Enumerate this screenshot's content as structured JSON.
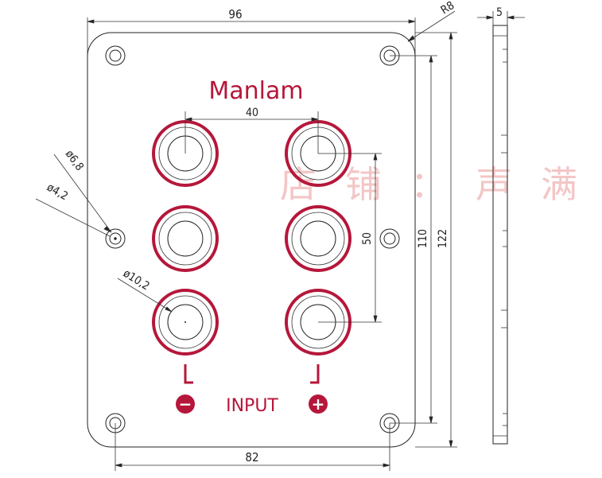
{
  "colors": {
    "accent": "#b5173a",
    "line": "#222222",
    "watermark": "#f0b3b3"
  },
  "panel": {
    "brand": "Manlam",
    "input_label": "INPUT",
    "minus_symbol": "−",
    "plus_symbol": "+"
  },
  "watermark": {
    "text": "店铺：声满"
  },
  "dimensions": {
    "width_top": "96",
    "corner_radius": "R8",
    "thickness": "5",
    "jack_spacing": "40",
    "mount_hole_outer": "ø6,8",
    "mount_hole_inner": "ø4,2",
    "jack_diameter": "ø10,2",
    "jack_vertical_span": "50",
    "hole_spacing_vertical": "110",
    "height_total": "122",
    "hole_spacing_horizontal": "82"
  }
}
